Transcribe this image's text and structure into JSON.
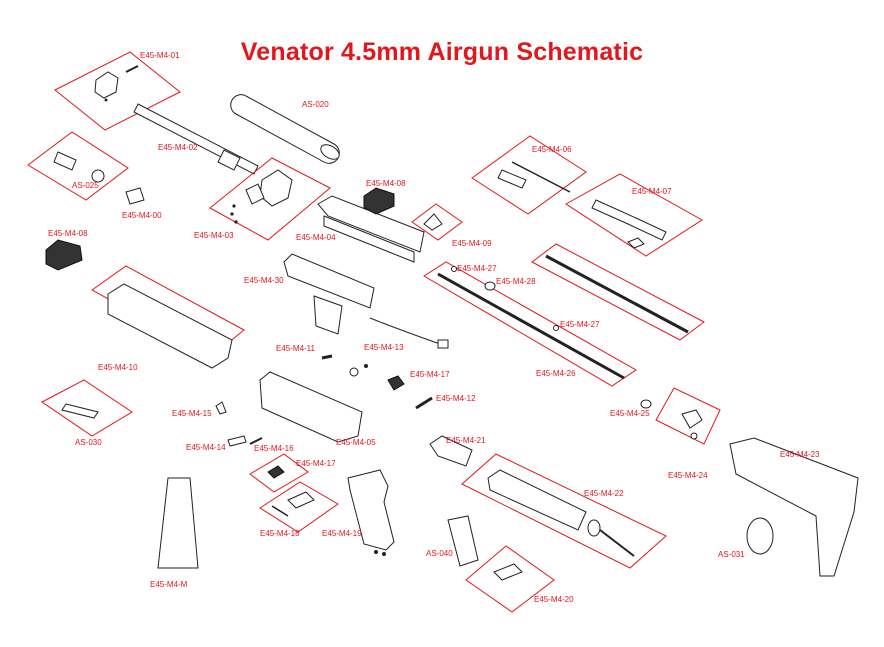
{
  "title": "Venator 4.5mm Airgun Schematic",
  "colors": {
    "accent": "#e3161b",
    "ink": "#222222"
  },
  "labels": {
    "m01": "E45-M4-01",
    "as020": "AS-020",
    "m02": "E45-M4-02",
    "as025": "AS-025",
    "m00": "E45-M4-00",
    "m03": "E45-M4-03",
    "m08a": "E45-M4-08",
    "m04": "E45-M4-04",
    "m06": "E45-M4-06",
    "m07": "E45-M4-07",
    "m09": "E45-M4-09",
    "m08b": "E45-M4-08",
    "m30": "E45-M4-30",
    "m27a": "E45-M4-27",
    "m28": "E45-M4-28",
    "m27b": "E45-M4-27",
    "m10": "E45-M4-10",
    "m11": "E45-M4-11",
    "m13": "E45-M4-13",
    "m17a": "E45-M4-17",
    "m26": "E45-M4-26",
    "m12": "E45-M4-12",
    "m25": "E45-M4-25",
    "as030": "AS-030",
    "m15": "E45-M4-15",
    "m14": "E45-M4-14",
    "m16": "E45-M4-16",
    "m05": "E45-M4-05",
    "m21": "E45-M4-21",
    "m24": "E45-M4-24",
    "m23": "E45-M4-23",
    "m17b": "E45-M4-17",
    "m22": "E45-M4-22",
    "m18": "E45-M4-18",
    "m19": "E45-M4-19",
    "as040": "AS-040",
    "as031": "AS-031",
    "mM": "E45-M4-M",
    "m20": "E45-M4-20"
  }
}
